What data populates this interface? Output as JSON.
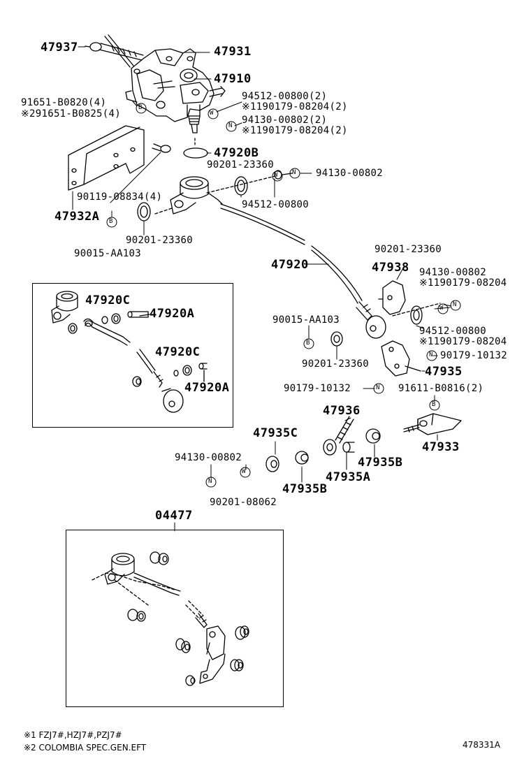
{
  "parts": {
    "p47937": "47937",
    "p47931": "47931",
    "p47910": "47910",
    "p91651_b0820": "91651-B0820(4)",
    "p91651_b0825": "※291651-B0825(4)",
    "p94512_00800_2": "94512-00800(2)",
    "p190179_08204_2a": "※1190179-08204(2)",
    "p94130_00802_2": "94130-00802(2)",
    "p190179_08204_2b": "※1190179-08204(2)",
    "p47920B": "47920B",
    "p90201_23360_a": "90201-23360",
    "p94130_00802_a": "94130-00802",
    "p90119_08834": "90119-08834(4)",
    "p94512_00800_a": "94512-00800",
    "p47932A": "47932A",
    "p90201_23360_b": "90201-23360",
    "p90015_AA103_a": "90015-AA103",
    "p90201_23360_c": "90201-23360",
    "p47920": "47920",
    "p47938": "47938",
    "p94130_00802_b": "94130-00802",
    "p190179_08204_c": "※1190179-08204",
    "p47920C_a": "47920C",
    "p47920A_a": "47920A",
    "p47920C_b": "47920C",
    "p47920A_b": "47920A",
    "p90015_AA103_b": "90015-AA103",
    "p94512_00800_b": "94512-00800",
    "p190179_08204_d": "※1190179-08204",
    "p90179_10132_a": "90179-10132",
    "p90201_23360_d": "90201-23360",
    "p47935": "47935",
    "p90179_10132_b": "90179-10132",
    "p91611_b0816": "91611-B0816(2)",
    "p47936": "47936",
    "p47935C": "47935C",
    "p47933": "47933",
    "p94130_00802_c": "94130-00802",
    "p47935B_a": "47935B",
    "p47935A": "47935A",
    "p90201_08062": "90201-08062",
    "p47935B_b": "47935B",
    "p04477": "04477"
  },
  "markers": {
    "B": "B",
    "W": "W",
    "N": "N"
  },
  "footnotes": {
    "note1": "※1 FZJ7#,HZJ7#,PZJ7#",
    "note2": "※2 COLOMBIA SPEC.GEN.EFT"
  },
  "illustration_code": "478331A"
}
